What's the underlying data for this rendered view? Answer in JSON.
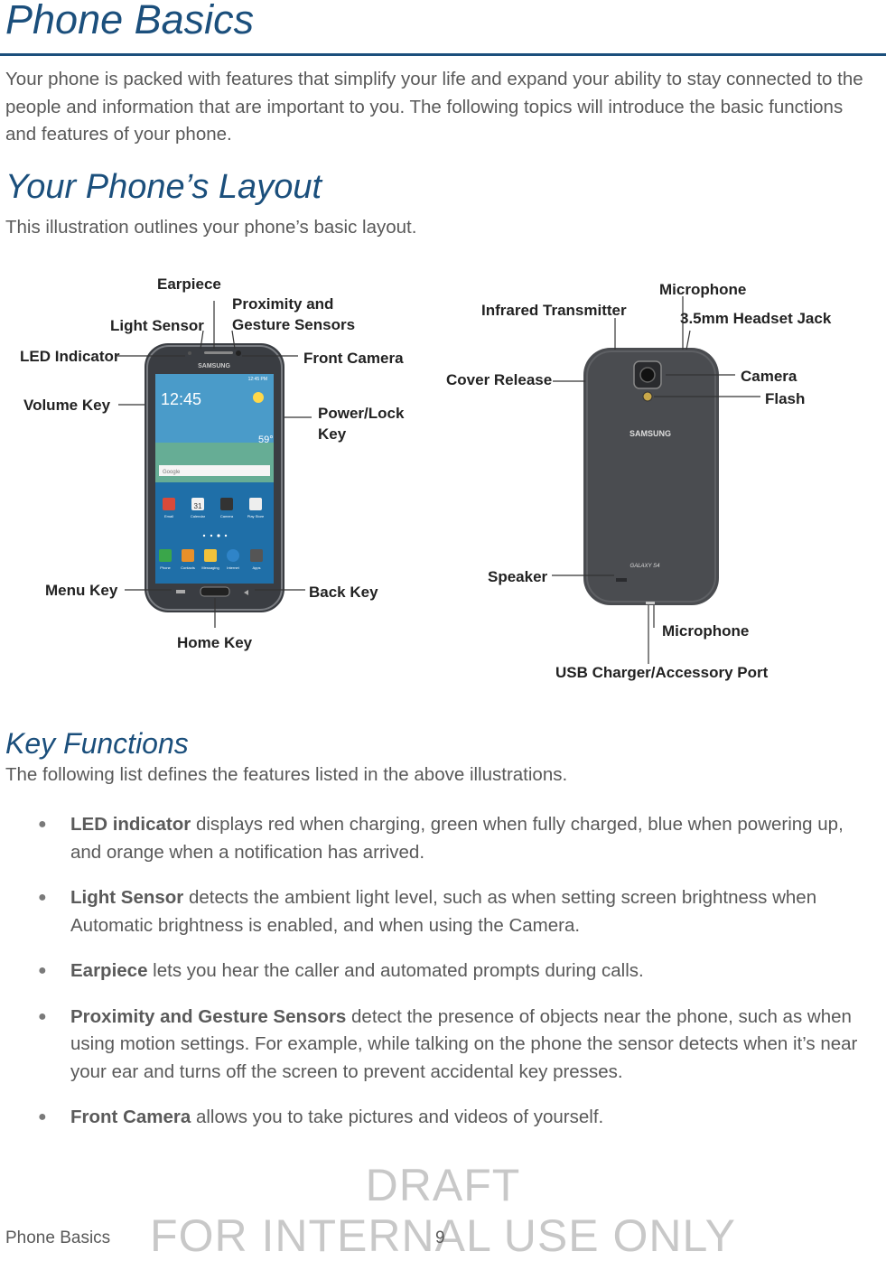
{
  "page": {
    "title": "Phone Basics",
    "intro": "Your phone is packed with features that simplify your life and expand your ability to stay connected to the people and information that are important to you. The following topics will introduce the basic functions and features of your phone.",
    "layout_heading": "Your Phone’s Layout",
    "layout_text": "This illustration outlines your phone’s basic layout.",
    "key_functions_heading": "Key Functions",
    "key_functions_text": "The following list defines the features listed in the above illustrations."
  },
  "figure": {
    "front_labels": {
      "earpiece": "Earpiece",
      "proximity_1": "Proximity and",
      "proximity_2": "Gesture Sensors",
      "light_sensor": "Light Sensor",
      "led_indicator": "LED Indicator",
      "front_camera": "Front Camera",
      "volume_key": "Volume Key",
      "power_lock_1": "Power/Lock",
      "power_lock_2": "Key",
      "menu_key": "Menu Key",
      "back_key": "Back Key",
      "home_key": "Home Key"
    },
    "back_labels": {
      "microphone_top": "Microphone",
      "infrared": "Infrared Transmitter",
      "headset_jack": "3.5mm Headset Jack",
      "cover_release": "Cover Release",
      "camera": "Camera",
      "flash": "Flash",
      "speaker": "Speaker",
      "microphone_bottom": "Microphone",
      "usb_port": "USB Charger/Accessory Port"
    },
    "front_screen": {
      "brand": "SAMSUNG",
      "clock": "12:45",
      "status_time": "12:45 PM",
      "temperature": "59°",
      "search_hint": "Google",
      "calendar_day": "31",
      "app_row_1": [
        "Email",
        "Calendar",
        "Camera",
        "Play Store"
      ],
      "app_row_2": [
        "Phone",
        "Contacts",
        "Messaging",
        "Internet",
        "Apps"
      ]
    },
    "back_device": {
      "brand": "SAMSUNG",
      "model": "GALAXY S4"
    }
  },
  "bullets": [
    {
      "term": "LED indicator",
      "text": " displays red when charging, green when fully charged, blue when powering up, and orange when a notification has arrived."
    },
    {
      "term": "Light Sensor",
      "text": " detects the ambient light level, such as when setting screen brightness when Automatic brightness is enabled, and when using the Camera."
    },
    {
      "term": "Earpiece",
      "text": " lets you hear the caller and automated prompts during calls."
    },
    {
      "term": "Proximity and Gesture Sensors",
      "text": " detect the presence of objects near the phone, such as when using motion settings. For example, while talking on the phone the sensor detects when it’s near your ear and turns off the screen to prevent accidental key presses."
    },
    {
      "term": "Front Camera",
      "text": "  allows you to take pictures and videos of yourself."
    }
  ],
  "bullet_glyph": "●",
  "footer": {
    "section": "Phone Basics",
    "page_number": "9",
    "watermark_line1": "DRAFT",
    "watermark_line2": "FOR INTERNAL USE ONLY"
  },
  "colors": {
    "heading": "#1b4f7c",
    "body_text": "#595959",
    "phone_body": "#3a3d42",
    "back_cover": "#4a4c50"
  }
}
